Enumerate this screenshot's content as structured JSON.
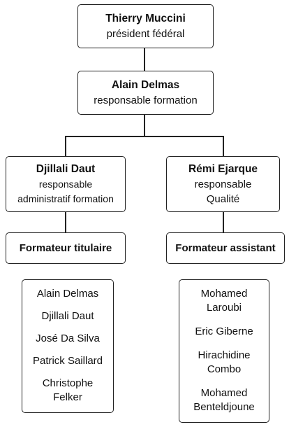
{
  "nodes": {
    "president": {
      "name": "Thierry Muccini",
      "role": "président fédéral"
    },
    "formation_manager": {
      "name": "Alain Delmas",
      "role": "responsable formation"
    },
    "admin_manager": {
      "name": "Djillali Daut",
      "role_line1": "responsable",
      "role_line2": "administratif formation"
    },
    "quality_manager": {
      "name": "Rémi Ejarque",
      "role_line1": "responsable",
      "role_line2": "Qualité"
    }
  },
  "categories": {
    "titulaire": "Formateur titulaire",
    "assistant": "Formateur assistant"
  },
  "lists": {
    "titulaires": [
      "Alain Delmas",
      "Djillali Daut",
      "José Da Silva",
      "Patrick Saillard",
      "Christophe\nFelker"
    ],
    "assistants": [
      "Mohamed\nLaroubi",
      "Eric Giberne",
      "Hirachidine\nCombo",
      "Mohamed\nBenteldjoune"
    ]
  }
}
